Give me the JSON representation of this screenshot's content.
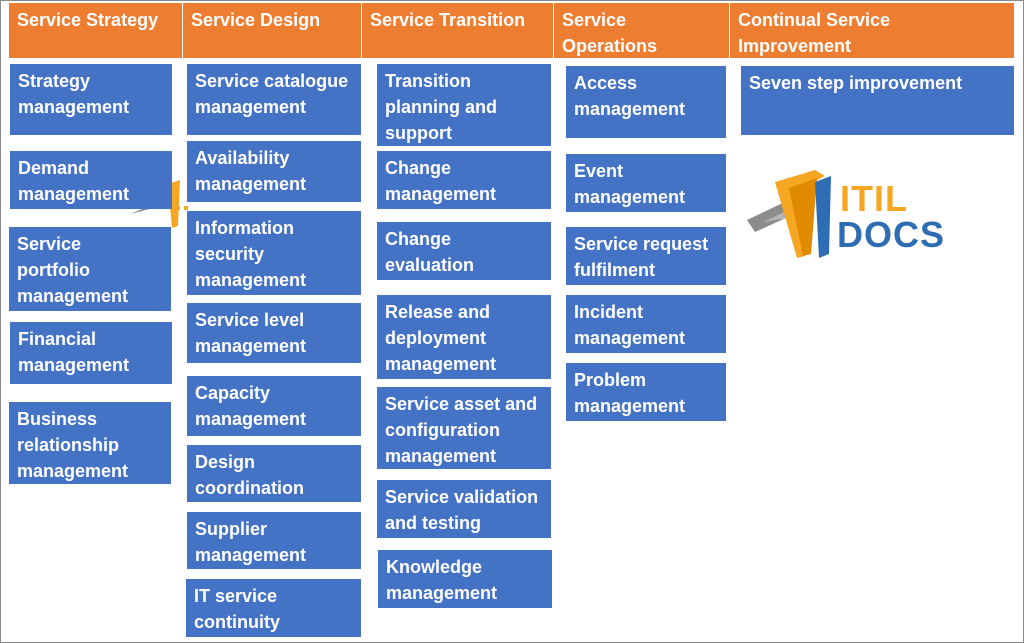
{
  "headers": [
    "Service Strategy",
    "Service Design",
    "Service Transition",
    "Service\nOperations",
    "Continual Service\nImprovement"
  ],
  "strategy": [
    "Strategy\nmanagement",
    "Demand\nmanagement",
    "Service\nportfolio\nmanagement",
    "Financial\nmanagement",
    "Business\nrelationship\nmanagement"
  ],
  "design": [
    "Service catalogue\nmanagement",
    "Availability\nmanagement",
    "Information\nsecurity\nmanagement",
    "Service level\nmanagement",
    "Capacity\nmanagement",
    "Design\ncoordination",
    "Supplier\nmanagement",
    "IT service\ncontinuity"
  ],
  "transition": [
    "Transition\nplanning and\nsupport",
    "Change\nmanagement",
    "Change\nevaluation",
    "Release and\ndeployment\nmanagement",
    "Service asset and\nconfiguration\nmanagement",
    "Service validation\nand testing",
    "Knowledge\nmanagement"
  ],
  "operations": [
    "Access\nmanagement",
    "Event\nmanagement",
    "Service request\nfulfilment",
    "Incident\nmanagement",
    "Problem\nmanagement"
  ],
  "improvement": [
    "Seven step improvement"
  ],
  "logo": {
    "line1": "ITIL",
    "line2": "DOCS",
    "colors": {
      "orange": "#f5a623",
      "blue": "#2e6db4",
      "gray": "#8c8c8c"
    }
  },
  "colors": {
    "header_bg": "#ed7d31",
    "box_bg": "#4472c4",
    "text": "#ffffff"
  }
}
